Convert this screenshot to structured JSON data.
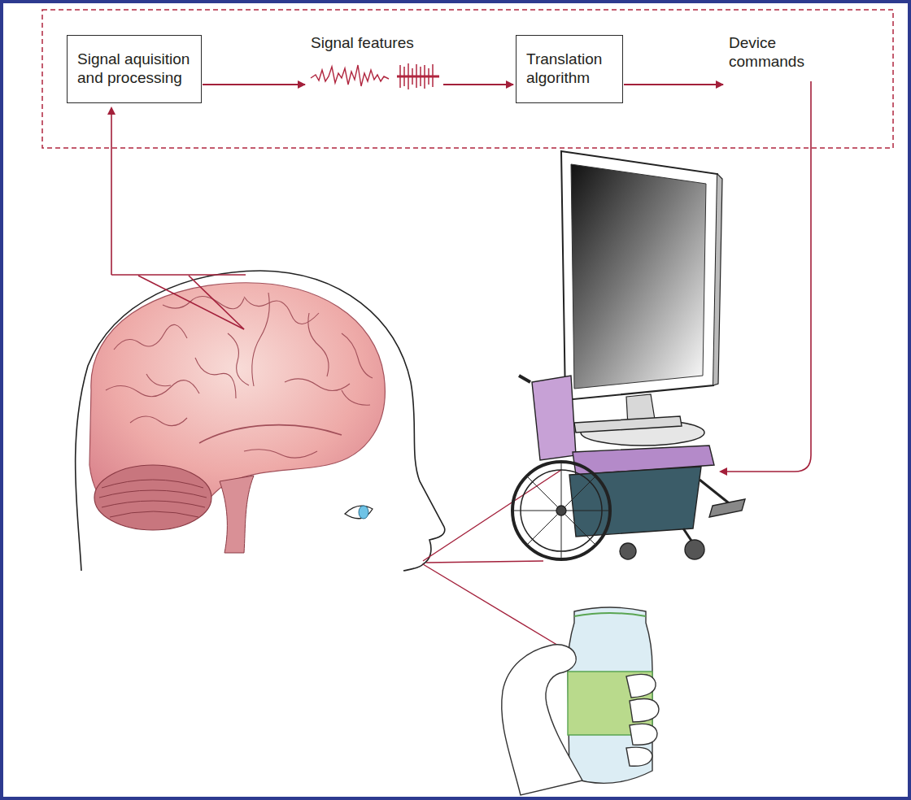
{
  "diagram": {
    "nodes": [
      {
        "text": [
          "Signal aquisition and processing"
        ]
      },
      {
        "text": [
          "Signal features"
        ]
      },
      {
        "text": [
          "Translation algorithm"
        ]
      },
      {
        "text": [
          "Device commands"
        ]
      }
    ],
    "edges": [
      {
        "from": 0,
        "to": 1,
        "arrow": "to"
      },
      {
        "from": 1,
        "to": 2,
        "arrow": "to"
      },
      {
        "from": 2,
        "to": 3,
        "arrow": "to"
      }
    ]
  }
}
